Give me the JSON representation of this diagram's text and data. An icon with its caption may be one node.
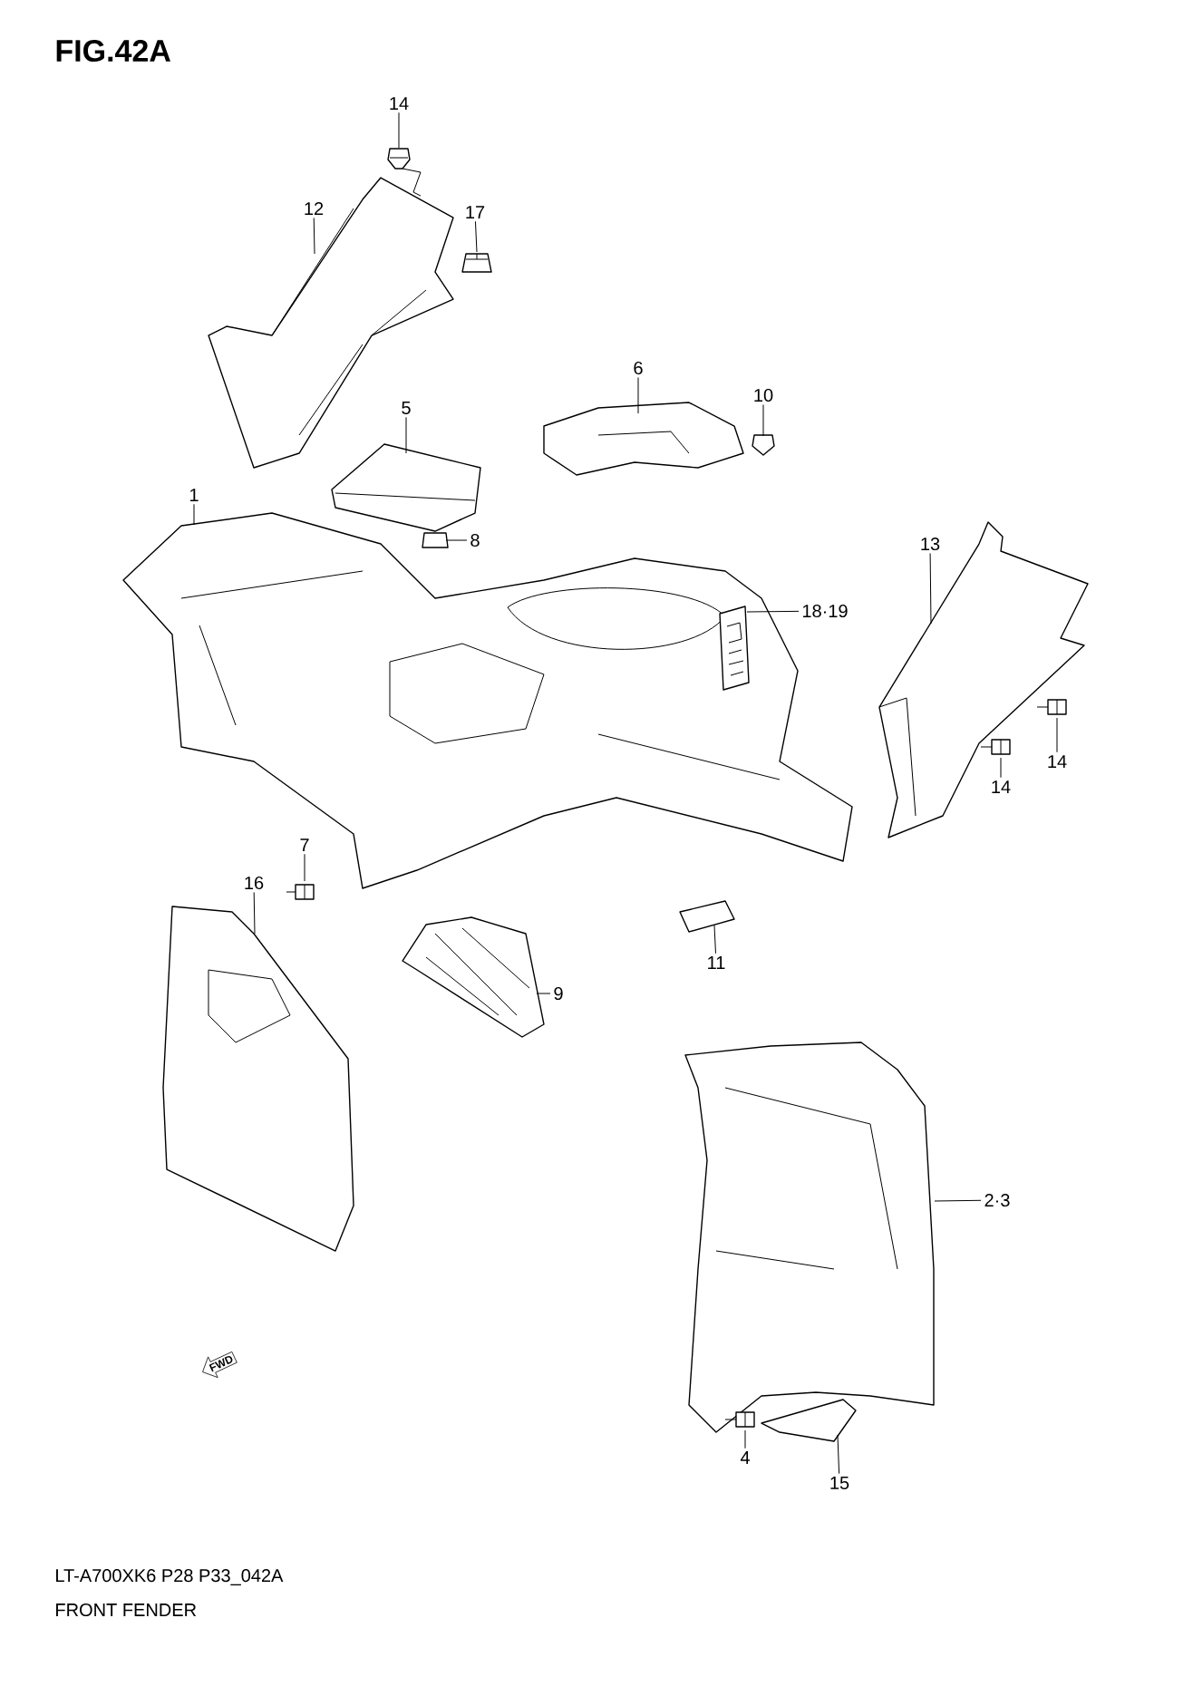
{
  "diagram": {
    "nodes": [
      {
        "text": [
          "14"
        ]
      },
      {
        "text": [],
        "shape": "picture"
      },
      {
        "text": [
          "12"
        ]
      },
      {
        "text": [],
        "shape": "picture"
      },
      {
        "text": [
          "17"
        ]
      },
      {
        "text": [],
        "shape": "picture"
      },
      {
        "text": [
          "5"
        ]
      },
      {
        "text": [],
        "shape": "picture"
      },
      {
        "text": [
          "6"
        ]
      },
      {
        "text": [],
        "shape": "picture"
      },
      {
        "text": [
          "10"
        ]
      },
      {
        "text": [],
        "shape": "picture"
      },
      {
        "text": [
          "1"
        ]
      },
      {
        "text": [],
        "shape": "picture"
      },
      {
        "text": [
          "8"
        ]
      },
      {
        "text": [],
        "shape": "picture"
      },
      {
        "text": [
          "18·19"
        ]
      },
      {
        "text": [],
        "shape": "picture",
        "in": 13
      },
      {
        "text": [
          "13"
        ]
      },
      {
        "text": [],
        "shape": "picture"
      },
      {
        "text": [
          "14"
        ]
      },
      {
        "text": [],
        "shape": "picture"
      },
      {
        "text": [
          "14"
        ]
      },
      {
        "text": [],
        "shape": "picture"
      },
      {
        "text": [
          "7"
        ]
      },
      {
        "text": [],
        "shape": "picture"
      },
      {
        "text": [
          "16"
        ]
      },
      {
        "text": [],
        "shape": "picture"
      },
      {
        "text": [
          "9"
        ]
      },
      {
        "text": [],
        "shape": "picture"
      },
      {
        "text": [
          "11"
        ]
      },
      {
        "text": [],
        "shape": "picture"
      },
      {
        "text": [
          "2·3"
        ]
      },
      {
        "text": [],
        "shape": "picture"
      },
      {
        "text": [
          "4"
        ]
      },
      {
        "text": [],
        "shape": "picture"
      },
      {
        "text": [
          "15"
        ]
      },
      {
        "text": [],
        "shape": "picture"
      },
      {
        "text": [
          "FWD"
        ]
      }
    ],
    "edges": [
      {
        "from": 0,
        "to": 1,
        "arrow": "none"
      },
      {
        "from": 2,
        "to": 3,
        "arrow": "none"
      },
      {
        "from": 4,
        "to": 5,
        "arrow": "none"
      },
      {
        "from": 6,
        "to": 7,
        "arrow": "none"
      },
      {
        "from": 8,
        "to": 9,
        "arrow": "none"
      },
      {
        "from": 10,
        "to": 11,
        "arrow": "none"
      },
      {
        "from": 12,
        "to": 13,
        "arrow": "none"
      },
      {
        "from": 14,
        "to": 15,
        "arrow": "none"
      },
      {
        "from": 16,
        "to": 17,
        "arrow": "none"
      },
      {
        "from": 18,
        "to": 19,
        "arrow": "none"
      },
      {
        "from": 20,
        "to": 21,
        "arrow": "none"
      },
      {
        "from": 22,
        "to": 23,
        "arrow": "none"
      },
      {
        "from": 24,
        "to": 25,
        "arrow": "none"
      },
      {
        "from": 26,
        "to": 27,
        "arrow": "none"
      },
      {
        "from": 28,
        "to": 29,
        "arrow": "none"
      },
      {
        "from": 30,
        "to": 31,
        "arrow": "none"
      },
      {
        "from": 32,
        "to": 33,
        "arrow": "none"
      },
      {
        "from": 34,
        "to": 35,
        "arrow": "none"
      },
      {
        "from": 36,
        "to": 37,
        "arrow": "none"
      }
    ],
    "labels": [
      "FIG.42A",
      "LT-A700XK6 P28 P33_042A",
      "FRONT FENDER"
    ]
  }
}
